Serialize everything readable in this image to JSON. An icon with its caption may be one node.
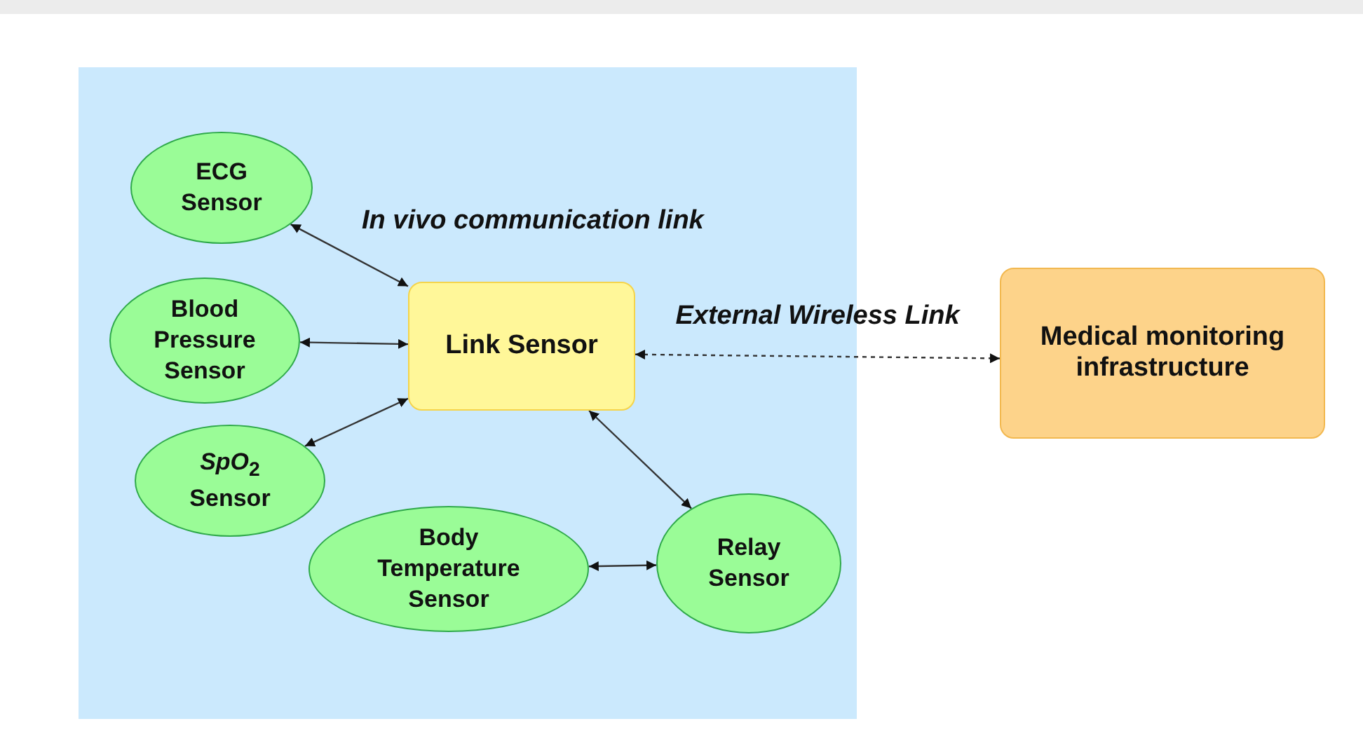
{
  "diagram": {
    "nodes": [
      {
        "text": [
          "ECG Sensor"
        ]
      },
      {
        "text": [
          "Blood Pressure Sensor"
        ]
      },
      {
        "text": [
          "*SpO*$_{2}$ Sensor"
        ]
      },
      {
        "text": [
          "Link Sensor"
        ]
      },
      {
        "text": [
          "Body Temperature Sensor"
        ]
      },
      {
        "text": [
          "Relay Sensor"
        ]
      },
      {
        "text": [
          "Medical monitoring infrastructure"
        ]
      }
    ],
    "edges": [
      {
        "from": 0,
        "to": 3,
        "arrow": "both"
      },
      {
        "from": 1,
        "to": 3,
        "arrow": "both"
      },
      {
        "from": 2,
        "to": 3,
        "arrow": "both"
      },
      {
        "from": 3,
        "to": 5,
        "arrow": "both"
      },
      {
        "from": 4,
        "to": 5,
        "arrow": "both"
      },
      {
        "from": 3,
        "to": 6,
        "arrow": "both",
        "style": "dashed",
        "label": "External Wireless Link"
      }
    ],
    "labels": [
      "In vivo communication link"
    ]
  }
}
